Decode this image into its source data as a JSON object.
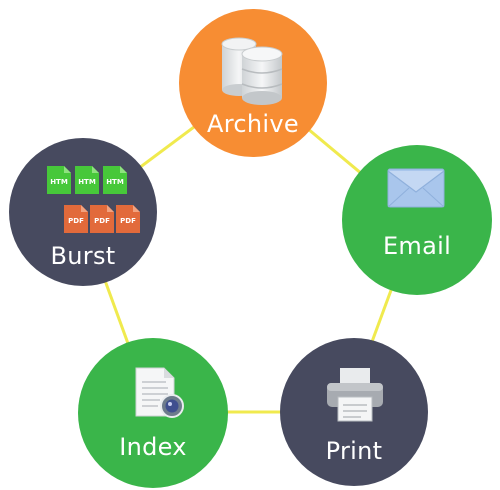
{
  "diagram": {
    "connector_color": "#f0ea4e",
    "nodes": {
      "archive": {
        "label": "Archive",
        "color": "#f78d33",
        "icon": "database-icon"
      },
      "email": {
        "label": "Email",
        "color": "#3ab54a",
        "icon": "envelope-icon"
      },
      "print": {
        "label": "Print",
        "color": "#474a5f",
        "icon": "printer-icon"
      },
      "index": {
        "label": "Index",
        "color": "#3ab54a",
        "icon": "document-search-icon"
      },
      "burst": {
        "label": "Burst",
        "color": "#474a5f",
        "icon": "file-stack-icon"
      }
    },
    "file_tags": {
      "htm": "HTM",
      "pdf": "PDF"
    }
  }
}
